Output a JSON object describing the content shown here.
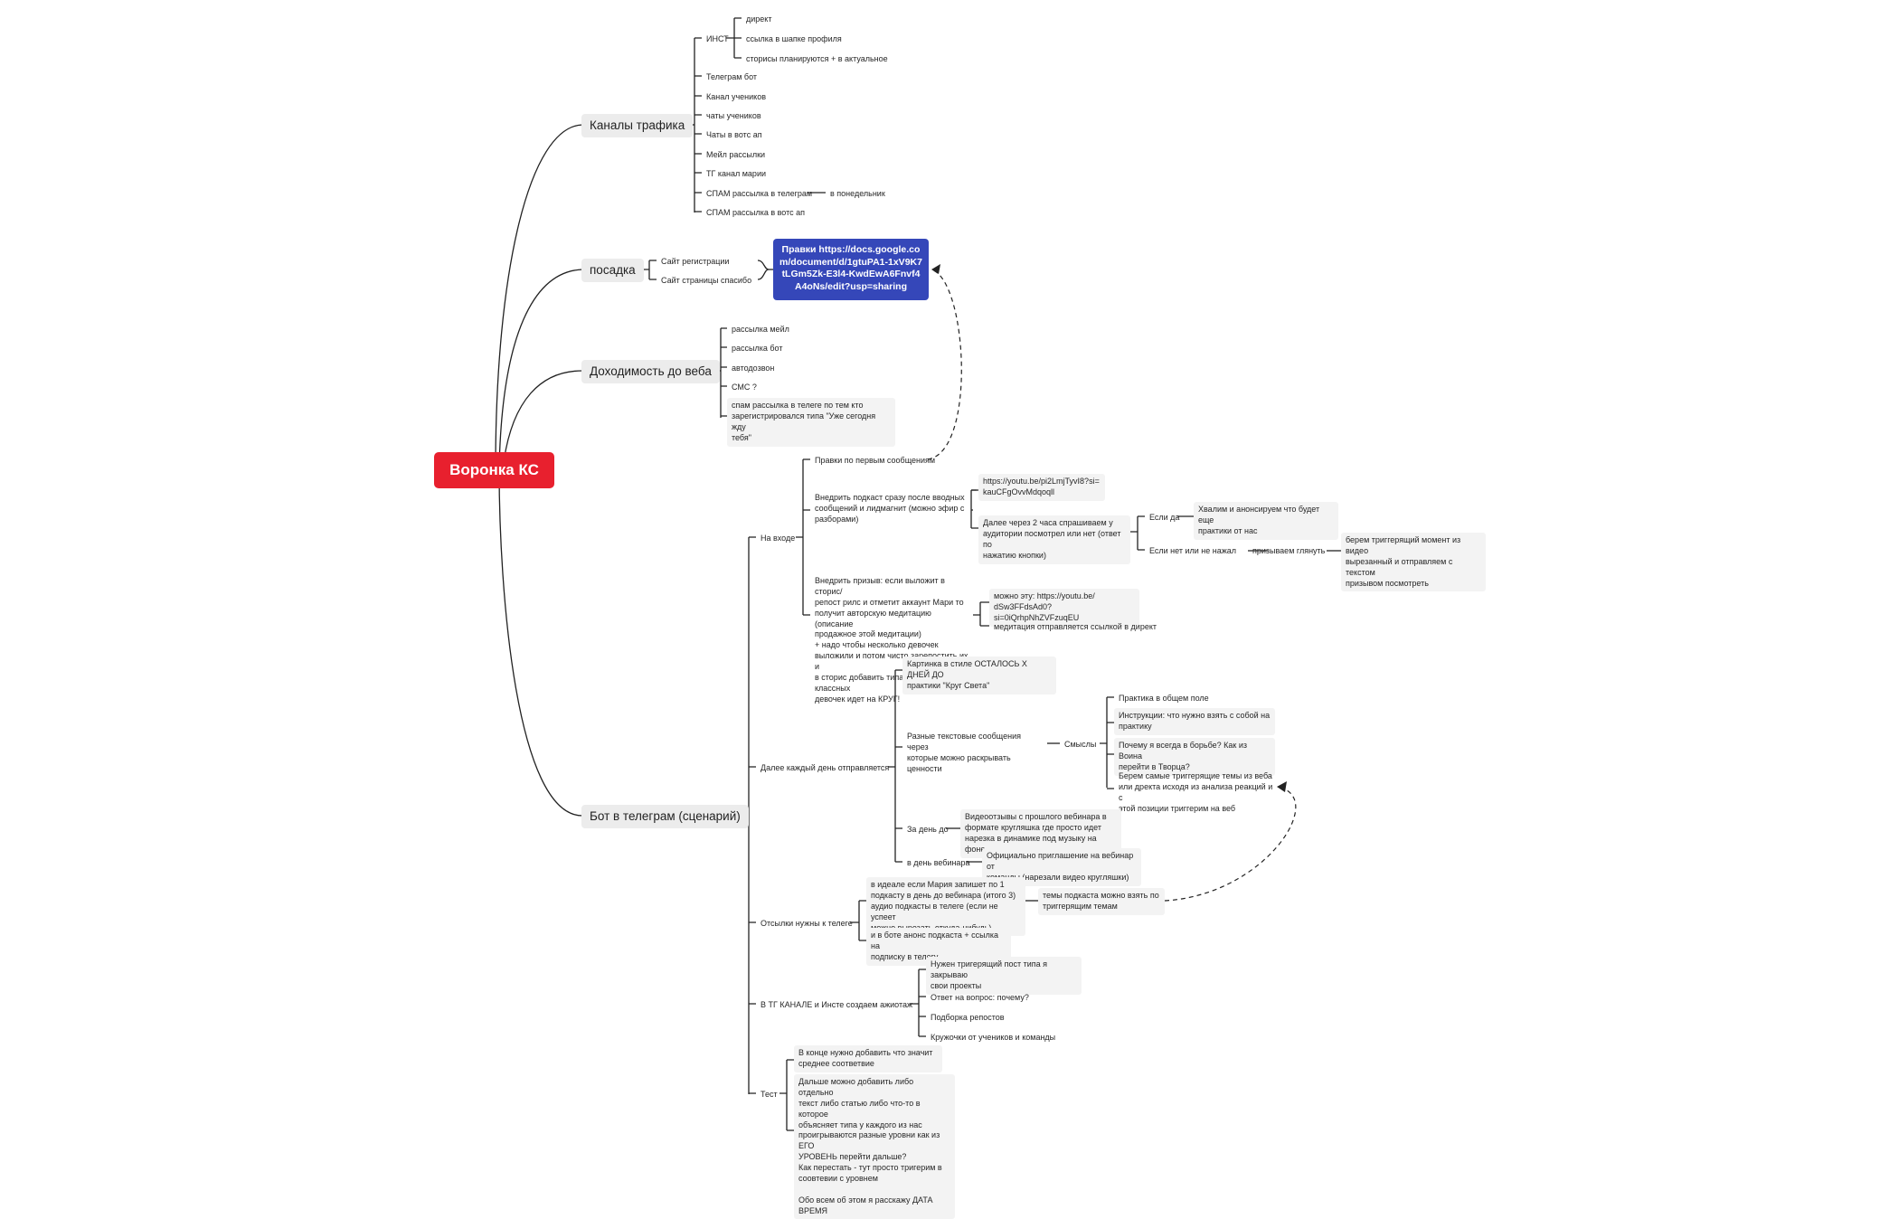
{
  "root": "Воронка КС",
  "traffic": {
    "title": "Каналы трафика",
    "inst": "ИНСТ",
    "inst_items": [
      "директ",
      "ссылка в шапке профиля",
      "сторисы планируются + в актуальное"
    ],
    "items": [
      "Телеграм бот",
      "Канал учеников",
      "чаты учеников",
      "Чаты в вотс ап",
      "Мейл рассылки",
      "ТГ канал марии",
      "СПАМ рассылка в телеграм",
      "СПАМ рассылка в вотс ап"
    ],
    "spam_tg_note": "в понедельник"
  },
  "landing": {
    "title": "посадка",
    "items": [
      "Сайт регистрации",
      "Сайт страницы спасибо"
    ],
    "edits_link": "Правки https://docs.google.com/document/d/1gtuPA1-1xV9K7tLGm5Zk-E3l4-KwdEwA6Fnvf4A4oNs/edit?usp=sharing"
  },
  "reach": {
    "title": "Доходимость до веба",
    "items": [
      "рассылка мейл",
      "рассылка бот",
      "автодозвон",
      "СМС ?",
      "спам рассылка в телеге по тем кто\nзарегистрировался типа \"Уже сегодня жду\nтебя\""
    ]
  },
  "bot": {
    "title": "Бот в телеграм (сценарий)",
    "entry": {
      "label": "На входе",
      "first_msgs": "Правки по первым сообщениям",
      "podcast": "Внедрить подкаст сразу после вводных\nсообщений и лидмагнит (можно эфир с\nразборами)",
      "yt_link": "https://youtu.be/pi2LmjTyvI8?si=\nkauCFgOvvMdqoqll",
      "after2h": "Далее через 2 часа спрашиваем у\nаудитории посмотрел или нет (ответ по\nнажатию кнопки)",
      "if_yes": "Если да",
      "if_yes_action": "Хвалим и анонсируем что будет еще\nпрактики от нас",
      "if_no": "Если нет или не нажал",
      "call": "призываем глянуть",
      "call_action": "берем триггерящий момент из видео\nвырезанный и отправляем с текстом\nпризывом посмотреть",
      "repost": "Внедрить призыв: если выложит в сторис/\nрепост рилс и отметит аккаунт Мари то\nполучит авторскую медитацию (описание\nпродажное этой медитации)\n+ надо чтобы несколько девочек\nвыложили и потом чисто зарепостить их и\nв сторис добавить типа столько классных\nдевочек идет на КРУГ!",
      "maybe_this": "можно эту: https://youtu.be/\ndSw3FFdsAd0?si=0iQrhpNhZVFzuqEU",
      "meditation": "медитация отправляется ссылкой в директ"
    },
    "daily": {
      "label": "Далее каждый день отправляется",
      "picture": "Картинка в стиле ОСТАЛОСЬ Х ДНЕЙ ДО\nпрактики \"Круг Света\"",
      "texts": "Разные текстовые сообщения через\nкоторые можно раскрывать ценности",
      "meanings": "Смыслы",
      "meanings_items": [
        "Практика в общем поле",
        "Инструкции: что нужно взять с собой на\nпрактику",
        "Почему я всегда в борьбе? Как из Воина\nперейти в Творца?",
        "Берем самые триггерящие темы из веба\nили дректа исходя из анализа реакций и с\nэтой позиции триггерим на веб"
      ],
      "day_before": "За день до",
      "day_before_action": "Видеоотзывы с прошлого вебинара в\nформате кругляшка где просто идет\nнарезка в динамике под музыку на фоне",
      "web_day": "в день вебинара",
      "web_day_action": "Официально приглашение на вебинар от\nкоманды (нарезали видео кругляшки)"
    },
    "refs": {
      "label": "Отсылки нужны к телеге",
      "ideal": "в идеале если Мария запишет по 1\nподкасту в день до вебинара (итого 3)\nаудио подкасты в телеге (если не успеет\nможно вырезать откуда-нибудь)",
      "topics": "темы подкаста можно взять по\nтриггерящим темам",
      "announce": "и в боте анонс подкаста + ссылка на\nподписку в телегу"
    },
    "hype": {
      "label": "В ТГ КАНАЛЕ и Инсте создаем ажиотаж",
      "items": [
        "Нужен тригерящий пост типа я закрываю\nсвои проекты",
        "Ответ на вопрос: почему?",
        "Подборка репостов",
        "Кружочки от учеников и команды"
      ]
    },
    "test": {
      "label": "Тест",
      "end": "В конце нужно добавить что значит\nсреднее соответвие",
      "more": "Дальше можно добавить либо отдельно\nтекст либо статью либо что-то в которое\nобъясняет типа у каждого из нас\nпроигрываются разные уровни как из ЕГО\nУРОВЕНЬ перейти дальше?\nКак перестать - тут просто тригерим в\nсоовтевии с уровнем\n\nОбо всем об этом я расскажу  ДАТА\nВРЕМЯ"
    }
  },
  "colors": {
    "root": "#e8202e",
    "link_node": "#3547b9",
    "main_bg": "#ececec",
    "line": "#222222"
  }
}
